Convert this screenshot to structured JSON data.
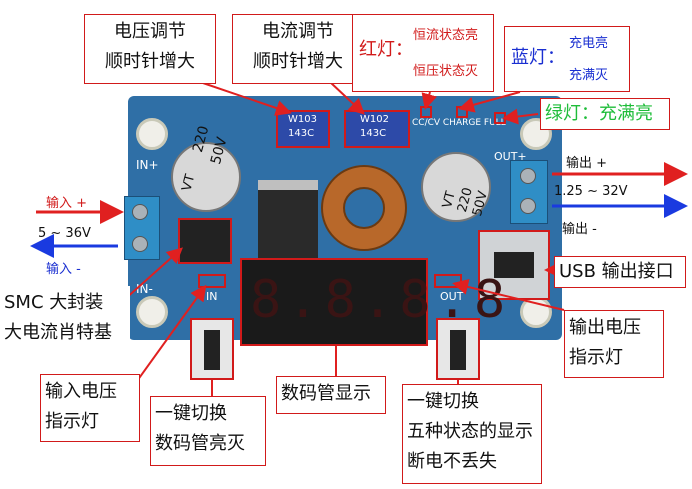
{
  "labels": {
    "voltage_adjust": [
      "电压调节",
      "顺时针增大"
    ],
    "current_adjust": [
      "电流调节",
      "顺时针增大"
    ],
    "red_led": {
      "title": "红灯：",
      "line1": "恒流状态亮",
      "line2": "恒压状态灭"
    },
    "blue_led": {
      "title": "蓝灯：",
      "line1": "充电亮",
      "line2": "充满灭"
    },
    "green_led": "绿灯：充满亮",
    "input_plus": "输入 +",
    "input_range": "5 ~ 36V",
    "input_minus": "输入 -",
    "output_plus": "输出 +",
    "output_range": "1.25 ~ 32V",
    "output_minus": "输出 -",
    "usb_output": "USB 输出接口",
    "smc_diode": [
      "SMC 大封装",
      "大电流肖特基"
    ],
    "output_voltage_led": [
      "输出电压",
      "指示灯"
    ],
    "input_voltage_led": [
      "输入电压",
      "指示灯"
    ],
    "display_toggle": [
      "一键切换",
      "数码管亮灭"
    ],
    "display": "数码管显示",
    "mode_switch": [
      "一键切换",
      "五种状态的显示",
      "断电不丢失"
    ]
  },
  "board": {
    "in_plus": "IN+",
    "in_minus": "IN-",
    "out_plus": "OUT+",
    "in_label": "IN",
    "out_label": "OUT",
    "cap_left": [
      "VT",
      "220",
      "50V"
    ],
    "cap_right": [
      "VT",
      "220",
      "50V"
    ],
    "pot_left": [
      "W103",
      "143C"
    ],
    "pot_right": [
      "W102",
      "143C"
    ],
    "led_text": "CC/CV  CHARGE  FULL",
    "display_digits": "8.8.8.8"
  },
  "colors": {
    "annotation_border": "#d11a1a",
    "arrow_red": "#e02020",
    "arrow_blue": "#1a3ae0",
    "pcb": "#2f6fa6",
    "green_text": "#1fbd3a"
  }
}
